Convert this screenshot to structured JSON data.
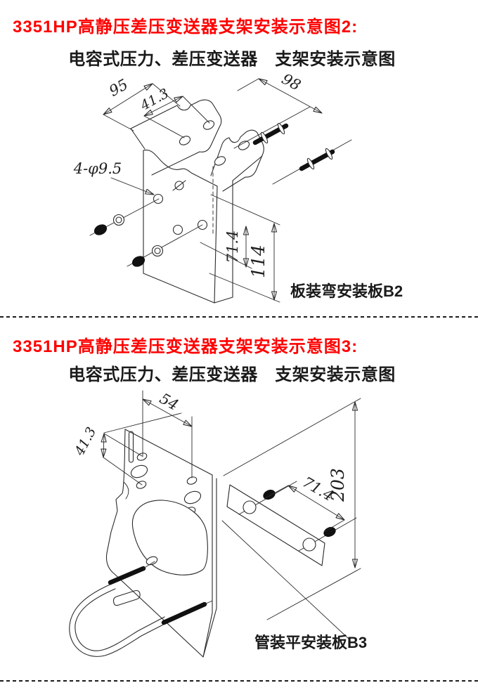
{
  "colors": {
    "heading_red": "#ff0000",
    "ink": "#2a2a2a"
  },
  "section1": {
    "heading": "3351HP高静压差压变送器支架安装示意图2:",
    "subtitle": "电容式压力、差压变送器　支架安装示意图",
    "caption": "板装弯安装板B2",
    "dim_95": "95",
    "dim_41_3": "41.3",
    "dim_98": "98",
    "dim_holes": "4-φ9.5",
    "dim_71_4": "71.4",
    "dim_114": "114"
  },
  "section2": {
    "heading": "3351HP高静压差压变送器支架安装示意图3:",
    "subtitle": "电容式压力、差压变送器　支架安装示意图",
    "caption": "管装平安装板B3",
    "dim_54": "54",
    "dim_41_3": "41.3",
    "dim_203": "203",
    "dim_71_4": "71.4"
  }
}
